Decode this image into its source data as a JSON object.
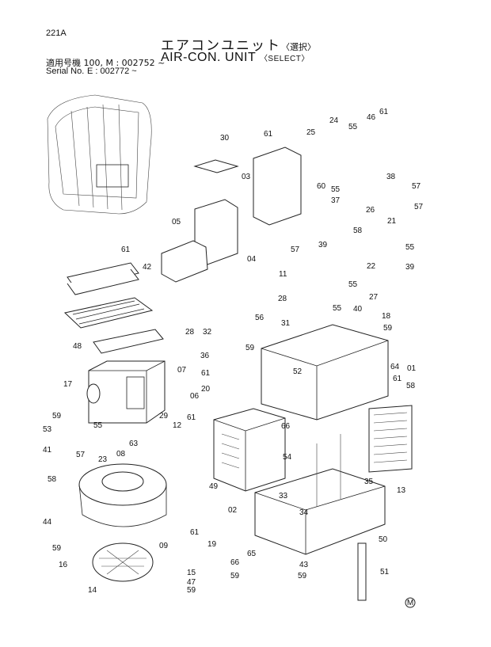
{
  "header": {
    "page_code": "221A",
    "title_jp": "エアコンユニット",
    "select_jp": "〈選択〉",
    "title_en": "AIR-CON. UNIT",
    "select_en": "〈SELECT〉",
    "serial_jp_label": "適用号機",
    "serial_jp_model": "100, M",
    "serial_jp_value": ": 002752 ~",
    "serial_en_label": "Serial No.",
    "serial_en_model": "E",
    "serial_en_value": ": 002772 ~"
  },
  "mark": "M",
  "labels": [
    "30",
    "61",
    "25",
    "24",
    "55",
    "46",
    "61",
    "03",
    "60",
    "38",
    "57",
    "55",
    "37",
    "26",
    "21",
    "57",
    "05",
    "61",
    "42",
    "04",
    "58",
    "57",
    "39",
    "55",
    "11",
    "55",
    "22",
    "39",
    "28",
    "27",
    "55",
    "40",
    "28",
    "32",
    "56",
    "31",
    "18",
    "59",
    "48",
    "36",
    "59",
    "61",
    "20",
    "52",
    "64",
    "01",
    "17",
    "07",
    "06",
    "61",
    "58",
    "59",
    "29",
    "61",
    "12",
    "53",
    "55",
    "63",
    "41",
    "57",
    "23",
    "08",
    "54",
    "58",
    "66",
    "49",
    "13",
    "35",
    "33",
    "02",
    "34",
    "44",
    "61",
    "59",
    "09",
    "19",
    "50",
    "65",
    "66",
    "16",
    "15",
    "47",
    "14",
    "59",
    "59",
    "43",
    "59",
    "51"
  ]
}
